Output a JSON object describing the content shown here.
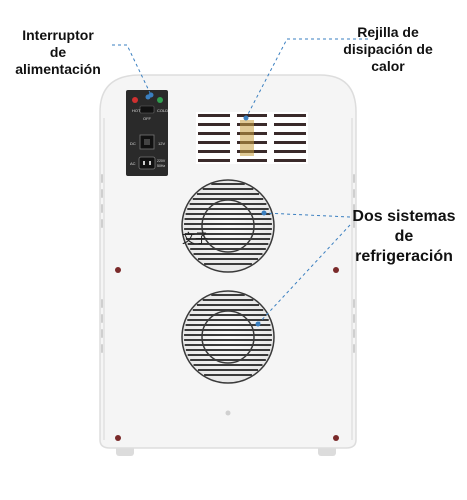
{
  "callouts": {
    "power_switch": "Interruptor\nde\nalimentación",
    "vent_grille": "Rejilla de\ndisipación de\ncalor",
    "cooling_systems": "Dos sistemas\nde\nrefrigeración"
  },
  "panel": {
    "hot_label": "HOT",
    "cold_label": "COLD",
    "off_label": "OFF",
    "dc_label": "DC",
    "dc_voltage": "12V",
    "ac_label": "AC",
    "ac_voltage": "220V",
    "ac_frequency": "50Hz"
  },
  "watermark": "文子",
  "colors": {
    "body": "#f4f4f4",
    "panel": "#2a2a2a",
    "leader_line": "#3a7fc0",
    "led_hot": "#d03030",
    "led_cold": "#30a050"
  }
}
